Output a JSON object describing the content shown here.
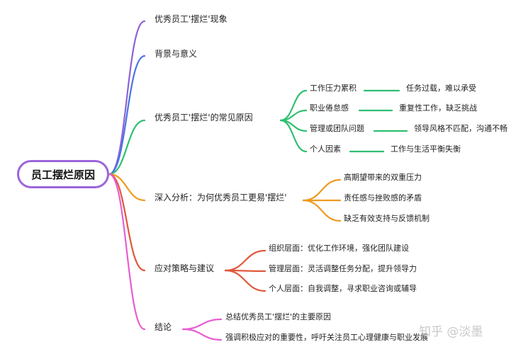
{
  "root": "员工摆烂原因",
  "branches": [
    {
      "label": "优秀员工'摆烂'现象",
      "color": "#8e63d6",
      "children": []
    },
    {
      "label": "背景与意义",
      "color": "#4a74e3",
      "children": []
    },
    {
      "label": "优秀员工'摆烂'的常见原因",
      "color": "#2fbf71",
      "children": [
        {
          "label": "工作压力累积",
          "detail": "任务过载，难以承受"
        },
        {
          "label": "职业倦怠感",
          "detail": "重复性工作，缺乏挑战"
        },
        {
          "label": "管理或团队问题",
          "detail": "领导风格不匹配，沟通不畅"
        },
        {
          "label": "个人因素",
          "detail": "工作与生活平衡失衡"
        }
      ]
    },
    {
      "label": "深入分析：为何优秀员工更易'摆烂'",
      "color": "#ee9b1f",
      "children": [
        {
          "label": "高期望带来的双重压力"
        },
        {
          "label": "责任感与挫败感的矛盾"
        },
        {
          "label": "缺乏有效支持与反馈机制"
        }
      ]
    },
    {
      "label": "应对策略与建议",
      "color": "#e0583c",
      "children": [
        {
          "label": "组织层面：优化工作环境，强化团队建设"
        },
        {
          "label": "管理层面：灵活调整任务分配，提升领导力"
        },
        {
          "label": "个人层面：自我调整，寻求职业咨询或辅导"
        }
      ]
    },
    {
      "label": "结论",
      "color": "#e85ed1",
      "children": [
        {
          "label": "总结优秀员工'摆烂'的主要原因"
        },
        {
          "label": "强调积极应对的重要性，呼吁关注员工心理健康与职业发展"
        }
      ]
    }
  ],
  "watermark": "知乎 @淡墨"
}
